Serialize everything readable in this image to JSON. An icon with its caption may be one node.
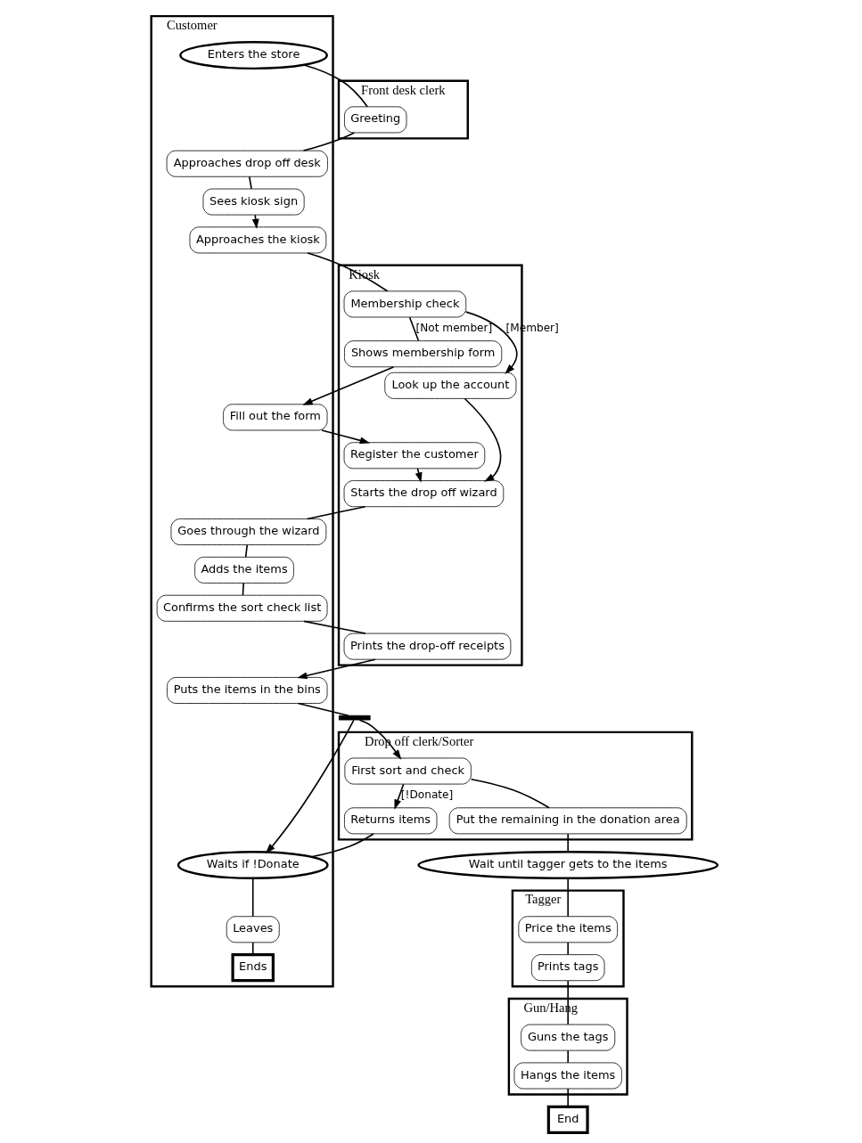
{
  "diagram": {
    "nodes": [
      {
        "text": [
          "Customer"
        ]
      },
      {
        "text": [
          "Front desk clerk"
        ]
      },
      {
        "text": [
          "Kiosk"
        ]
      },
      {
        "text": [
          "Gun/Hang"
        ]
      },
      {
        "text": [
          "Tagger"
        ]
      },
      {
        "text": [
          "Drop off clerk/Sorter"
        ]
      },
      {
        "text": [
          "Enters the store"
        ],
        "in": 0
      },
      {
        "text": [
          "Approaches drop off desk"
        ],
        "in": 0
      },
      {
        "text": [
          "Sees kiosk sign"
        ],
        "in": 0
      },
      {
        "text": [
          "Approaches the kiosk"
        ],
        "in": 0
      },
      {
        "text": [
          "Fill out the form"
        ],
        "in": 0
      },
      {
        "text": [
          "Goes through the wizard"
        ],
        "in": 0
      },
      {
        "text": [
          "Adds the items"
        ],
        "in": 0
      },
      {
        "text": [
          "Confirms the sort check list"
        ],
        "in": 0
      },
      {
        "text": [
          "Puts the items in the bins"
        ],
        "in": 0
      },
      {
        "text": [],
        "shape": "bar"
      },
      {
        "text": [
          "Waits if !Donate"
        ],
        "in": 0
      },
      {
        "text": [
          "Leaves"
        ],
        "in": 0
      },
      {
        "text": [
          "Ends"
        ],
        "in": 0
      },
      {
        "text": [
          "Greeting"
        ],
        "in": 1
      },
      {
        "text": [
          "Membership check"
        ],
        "in": 2
      },
      {
        "text": [
          "Shows membership form"
        ],
        "in": 2
      },
      {
        "text": [
          "Look up the account"
        ],
        "in": 2
      },
      {
        "text": [
          "Register the customer"
        ],
        "in": 2
      },
      {
        "text": [
          "Starts the drop off wizard"
        ],
        "in": 2
      },
      {
        "text": [
          "Prints the drop-off receipts"
        ],
        "in": 2
      },
      {
        "text": [
          "Hangs the items"
        ],
        "in": 3
      },
      {
        "text": [
          "Guns the tags"
        ],
        "in": 3
      },
      {
        "text": [
          "Prints tags"
        ],
        "in": 4
      },
      {
        "text": [
          "Price the items"
        ],
        "in": 4
      },
      {
        "text": [
          "First sort and check"
        ],
        "in": 5
      },
      {
        "text": [
          "Returns items"
        ],
        "in": 5
      },
      {
        "text": [
          "Put the remaining in the donation area"
        ],
        "in": 5
      },
      {
        "text": [
          "Wait until tagger gets to the items"
        ]
      },
      {
        "text": [
          "End"
        ]
      }
    ],
    "edges": [
      {
        "from": 6,
        "to": 19,
        "arrow": "none"
      },
      {
        "from": 19,
        "to": 7,
        "arrow": "none"
      },
      {
        "from": 7,
        "to": 8,
        "arrow": "none"
      },
      {
        "from": 8,
        "to": 9,
        "arrow": "to"
      },
      {
        "from": 9,
        "to": 20,
        "arrow": "none"
      },
      {
        "from": 20,
        "to": 21,
        "arrow": "none",
        "label": "[Not member]"
      },
      {
        "from": 21,
        "to": 10,
        "arrow": "to"
      },
      {
        "from": 10,
        "to": 23,
        "arrow": "to"
      },
      {
        "from": 20,
        "to": 22,
        "arrow": "to",
        "label": "[Member]"
      },
      {
        "from": 22,
        "to": 24,
        "arrow": "to"
      },
      {
        "from": 23,
        "to": 24,
        "arrow": "to"
      },
      {
        "from": 24,
        "to": 11,
        "arrow": "none"
      },
      {
        "from": 11,
        "to": 12,
        "arrow": "none"
      },
      {
        "from": 12,
        "to": 13,
        "arrow": "none"
      },
      {
        "from": 13,
        "to": 25,
        "arrow": "none"
      },
      {
        "from": 25,
        "to": 14,
        "arrow": "to"
      },
      {
        "from": 14,
        "to": 15,
        "arrow": "none"
      },
      {
        "from": 15,
        "to": 30,
        "arrow": "to"
      },
      {
        "from": 15,
        "to": 16,
        "arrow": "to"
      },
      {
        "from": 30,
        "to": 31,
        "arrow": "to",
        "label": "[!Donate]"
      },
      {
        "from": 31,
        "to": 16,
        "arrow": "none"
      },
      {
        "from": 16,
        "to": 17,
        "arrow": "none"
      },
      {
        "from": 17,
        "to": 18,
        "arrow": "none"
      },
      {
        "from": 30,
        "to": 32,
        "arrow": "none"
      },
      {
        "from": 32,
        "to": 33,
        "arrow": "none"
      },
      {
        "from": 33,
        "to": 29,
        "arrow": "none"
      },
      {
        "from": 29,
        "to": 28,
        "arrow": "none"
      },
      {
        "from": 28,
        "to": 27,
        "arrow": "none"
      },
      {
        "from": 27,
        "to": 26,
        "arrow": "none"
      },
      {
        "from": 26,
        "to": 34,
        "arrow": "none"
      }
    ]
  }
}
